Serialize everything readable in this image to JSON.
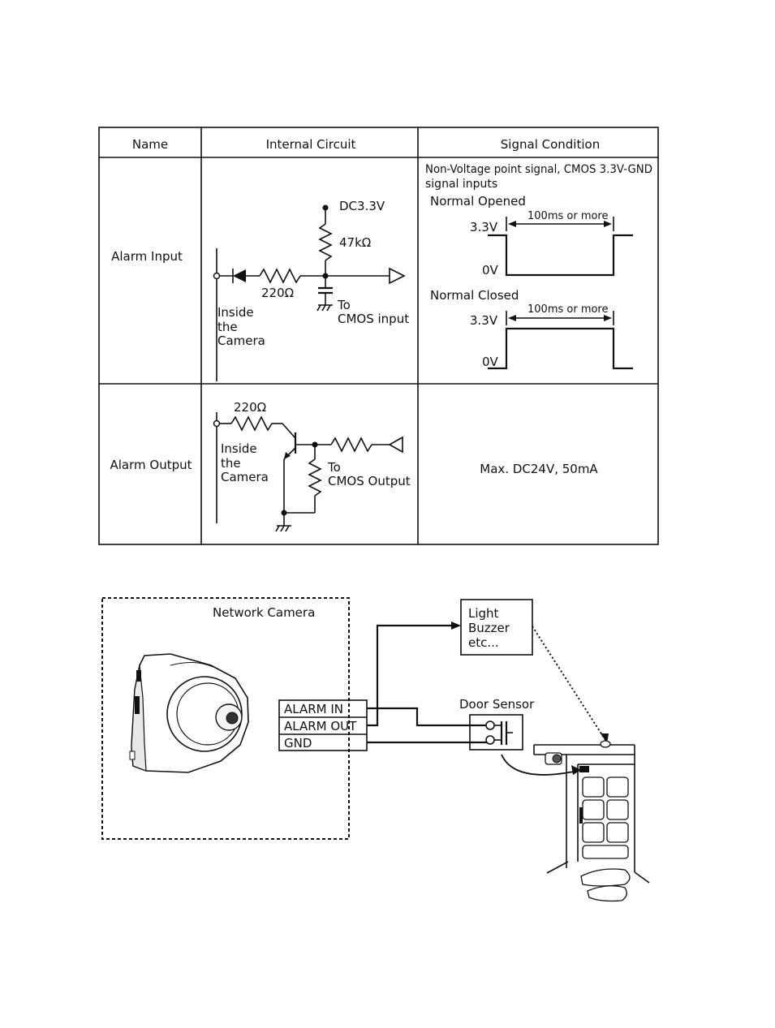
{
  "table": {
    "headers": {
      "name": "Name",
      "circuit": "Internal Circuit",
      "signal": "Signal Condition"
    },
    "alarm_input": {
      "name": "Alarm Input",
      "circuit": {
        "supply": "DC3.3V",
        "pullup": "47kΩ",
        "series": "220Ω",
        "inside_1": "Inside",
        "inside_2": "the",
        "inside_3": "Camera",
        "to": "To",
        "to_target": "CMOS input"
      },
      "signal": {
        "desc_1": "Non-Voltage point signal, CMOS 3.3V-GND",
        "desc_2": "signal inputs",
        "opened_title": "Normal Opened",
        "closed_title": "Normal Closed",
        "high": "3.3V",
        "low": "0V",
        "duration": "100ms or more"
      }
    },
    "alarm_output": {
      "name": "Alarm Output",
      "circuit": {
        "series": "220Ω",
        "inside_1": "Inside",
        "inside_2": "the",
        "inside_3": "Camera",
        "to": "To",
        "to_target": "CMOS Output"
      },
      "signal": "Max. DC24V, 50mA"
    }
  },
  "wiring": {
    "camera_label": "Network Camera",
    "terminals": [
      "ALARM IN",
      "ALARM OUT",
      "GND"
    ],
    "device_1": "Light",
    "device_2": "Buzzer",
    "device_3": "etc...",
    "sensor_label": "Door Sensor"
  }
}
